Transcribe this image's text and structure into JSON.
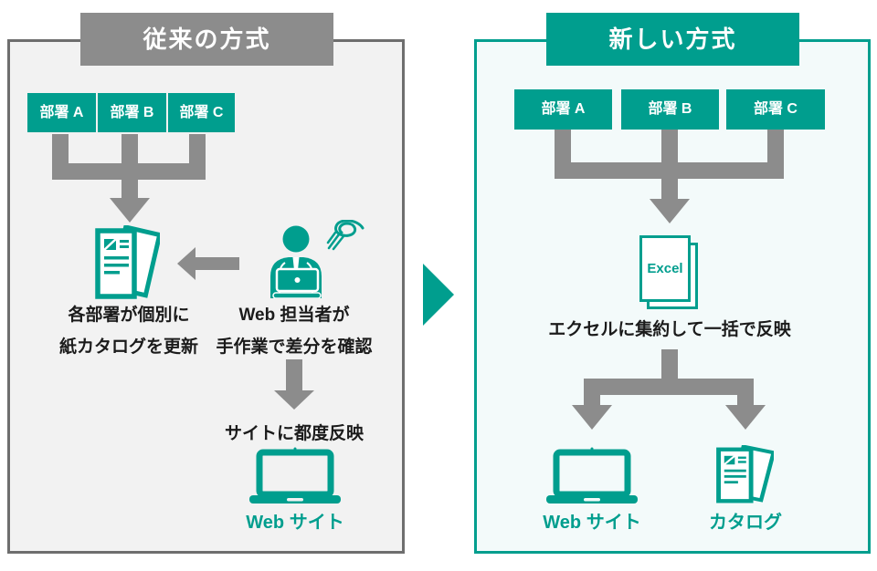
{
  "diagram": {
    "left": {
      "title": "従来の方式",
      "departments": [
        "部署 A",
        "部署 B",
        "部署 C"
      ],
      "catalog_caption": [
        "各部署が個別に",
        "紙カタログを更新"
      ],
      "person_caption": [
        "Web 担当者が",
        "手作業で差分を確認"
      ],
      "update_caption": "サイトに都度反映",
      "website_label": "Web サイト"
    },
    "right": {
      "title": "新しい方式",
      "departments": [
        "部署 A",
        "部署 B",
        "部署 C"
      ],
      "excel_label": "Excel",
      "excel_caption": "エクセルに集約して一括で反映",
      "website_label": "Web サイト",
      "catalog_label": "カタログ"
    },
    "colors": {
      "teal": "#009e8e",
      "arrow_gray": "#8c8c8c",
      "panel_border_gray": "#6e6e6e",
      "left_panel_bg": "#f2f2f2",
      "right_panel_bg": "#f3fafa",
      "text": "#1b1b1b"
    }
  }
}
